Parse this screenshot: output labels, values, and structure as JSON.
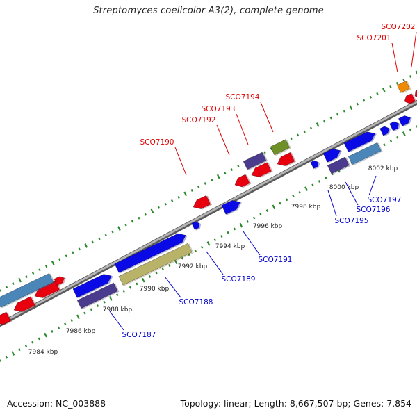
{
  "title": "Streptomyces coelicolor A3(2), complete genome",
  "footer": {
    "accession": "Accession: NC_003888",
    "summary": "Topology: linear; Length: 8,667,507 bp; Genes: 7,854"
  },
  "colors": {
    "top_label": "#dd0000",
    "bottom_label": "#0000cc",
    "red_gene": "#e8000f",
    "blue_gene": "#0a0ae6",
    "purple_gene": "#4b3b8e",
    "steel_gene": "#4a86b8",
    "khaki_gene": "#b9b36a",
    "olive_gene": "#6f9028",
    "orange_gene": "#f08a00",
    "axis": "#8a8a8a",
    "tick": "#2a8a2a"
  },
  "scale_labels": [
    "7984 kbp",
    "7986 kbp",
    "7988 kbp",
    "7990 kbp",
    "7992 kbp",
    "7994 kbp",
    "7996 kbp",
    "7998 kbp",
    "8000 kbp",
    "8002 kbp"
  ],
  "top_gene_labels": [
    "SCO7190",
    "SCO7192",
    "SCO7193",
    "SCO7194",
    "SCO7201",
    "SCO7202"
  ],
  "bottom_gene_labels": [
    "SCO7187",
    "SCO7188",
    "SCO7189",
    "SCO7191",
    "SCO7195",
    "SCO7196",
    "SCO7197"
  ]
}
